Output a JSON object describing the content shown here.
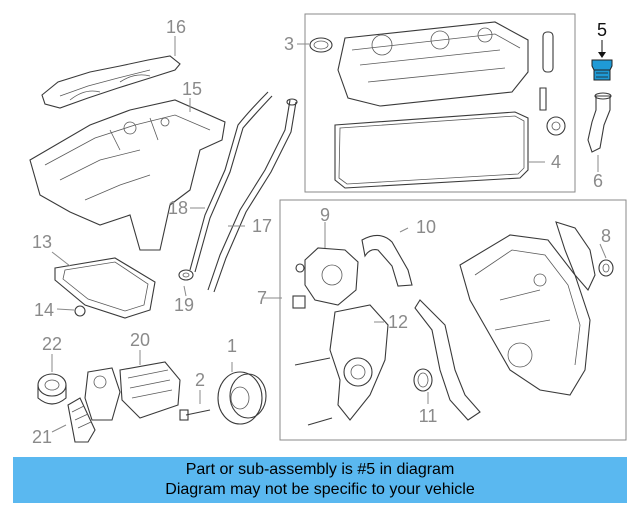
{
  "diagram": {
    "callouts": [
      {
        "id": "1",
        "label": "1"
      },
      {
        "id": "2",
        "label": "2"
      },
      {
        "id": "3",
        "label": "3"
      },
      {
        "id": "4",
        "label": "4"
      },
      {
        "id": "5",
        "label": "5"
      },
      {
        "id": "6",
        "label": "6"
      },
      {
        "id": "7",
        "label": "7"
      },
      {
        "id": "8",
        "label": "8"
      },
      {
        "id": "9",
        "label": "9"
      },
      {
        "id": "10",
        "label": "10"
      },
      {
        "id": "11",
        "label": "11"
      },
      {
        "id": "12",
        "label": "12"
      },
      {
        "id": "13",
        "label": "13"
      },
      {
        "id": "14",
        "label": "14"
      },
      {
        "id": "15",
        "label": "15"
      },
      {
        "id": "16",
        "label": "16"
      },
      {
        "id": "17",
        "label": "17"
      },
      {
        "id": "18",
        "label": "18"
      },
      {
        "id": "19",
        "label": "19"
      },
      {
        "id": "20",
        "label": "20"
      },
      {
        "id": "21",
        "label": "21"
      },
      {
        "id": "22",
        "label": "22"
      }
    ],
    "highlighted_part": "5",
    "highlight_color": "#1f9ad6"
  },
  "banner": {
    "line1": "Part or sub-assembly is #5 in diagram",
    "line2": "Diagram may not be specific to your vehicle",
    "background": "#5ab8f0"
  }
}
